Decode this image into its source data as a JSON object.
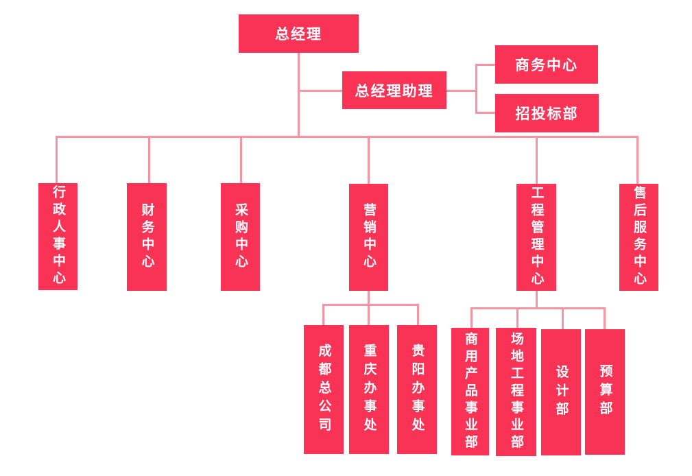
{
  "page": {
    "background": "#FFFFFF"
  },
  "diagram": {
    "type": "org-chart",
    "colors": {
      "node_fill": "#F93356",
      "node_text": "#FFFFFF",
      "connector": "#F893A4"
    },
    "nodes": {
      "general_manager": {
        "label": "总经理"
      },
      "gm_assistant": {
        "label": "总经理助理"
      },
      "business_center": {
        "label": "商务中心"
      },
      "bidding_dept": {
        "label": "招投标部"
      },
      "admin_hr_center": {
        "label": "行政人事中心"
      },
      "finance_center": {
        "label": "财务中心"
      },
      "procurement_center": {
        "label": "采购中心"
      },
      "marketing_center": {
        "label": "营销中心"
      },
      "engineering_mgmt_center": {
        "label": "工程管理中心"
      },
      "aftersales_service_center": {
        "label": "售后服务中心"
      },
      "chengdu_head_office": {
        "label": "成都总公司"
      },
      "chongqing_office": {
        "label": "重庆办事处"
      },
      "guiyang_office": {
        "label": "贵阳办事处"
      },
      "commercial_products_div": {
        "label": "商用产品事业部"
      },
      "site_engineering_div": {
        "label": "场地工程事业部"
      },
      "design_dept": {
        "label": "设计部"
      },
      "budget_dept": {
        "label": "预算部"
      }
    },
    "edges": [
      [
        "general_manager",
        "gm_assistant"
      ],
      [
        "gm_assistant",
        "business_center"
      ],
      [
        "gm_assistant",
        "bidding_dept"
      ],
      [
        "general_manager",
        "admin_hr_center"
      ],
      [
        "general_manager",
        "finance_center"
      ],
      [
        "general_manager",
        "procurement_center"
      ],
      [
        "general_manager",
        "marketing_center"
      ],
      [
        "general_manager",
        "engineering_mgmt_center"
      ],
      [
        "general_manager",
        "aftersales_service_center"
      ],
      [
        "marketing_center",
        "chengdu_head_office"
      ],
      [
        "marketing_center",
        "chongqing_office"
      ],
      [
        "marketing_center",
        "guiyang_office"
      ],
      [
        "engineering_mgmt_center",
        "commercial_products_div"
      ],
      [
        "engineering_mgmt_center",
        "site_engineering_div"
      ],
      [
        "engineering_mgmt_center",
        "design_dept"
      ],
      [
        "engineering_mgmt_center",
        "budget_dept"
      ]
    ]
  }
}
